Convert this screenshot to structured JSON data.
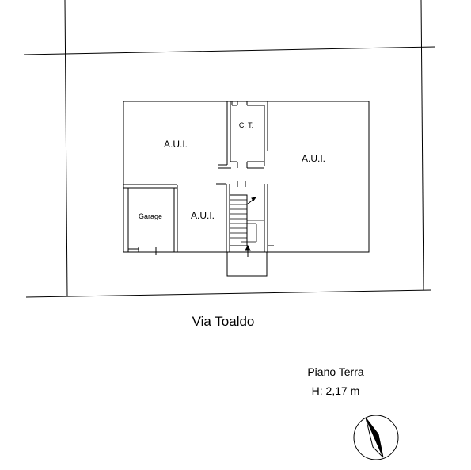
{
  "rooms": {
    "aui_top_left": "A.U.I.",
    "ct": "C. T.",
    "aui_right": "A.U.I.",
    "garage": "Garage",
    "aui_bottom": "A.U.I."
  },
  "street_name": "Via Toaldo",
  "floor": {
    "name": "Piano Terra",
    "height": "H: 2,17 m"
  },
  "colors": {
    "line": "#000000",
    "background": "#ffffff"
  },
  "icons": {
    "compass": "north-arrow-icon",
    "stair_arrow": "stair-direction-arrow-icon"
  }
}
